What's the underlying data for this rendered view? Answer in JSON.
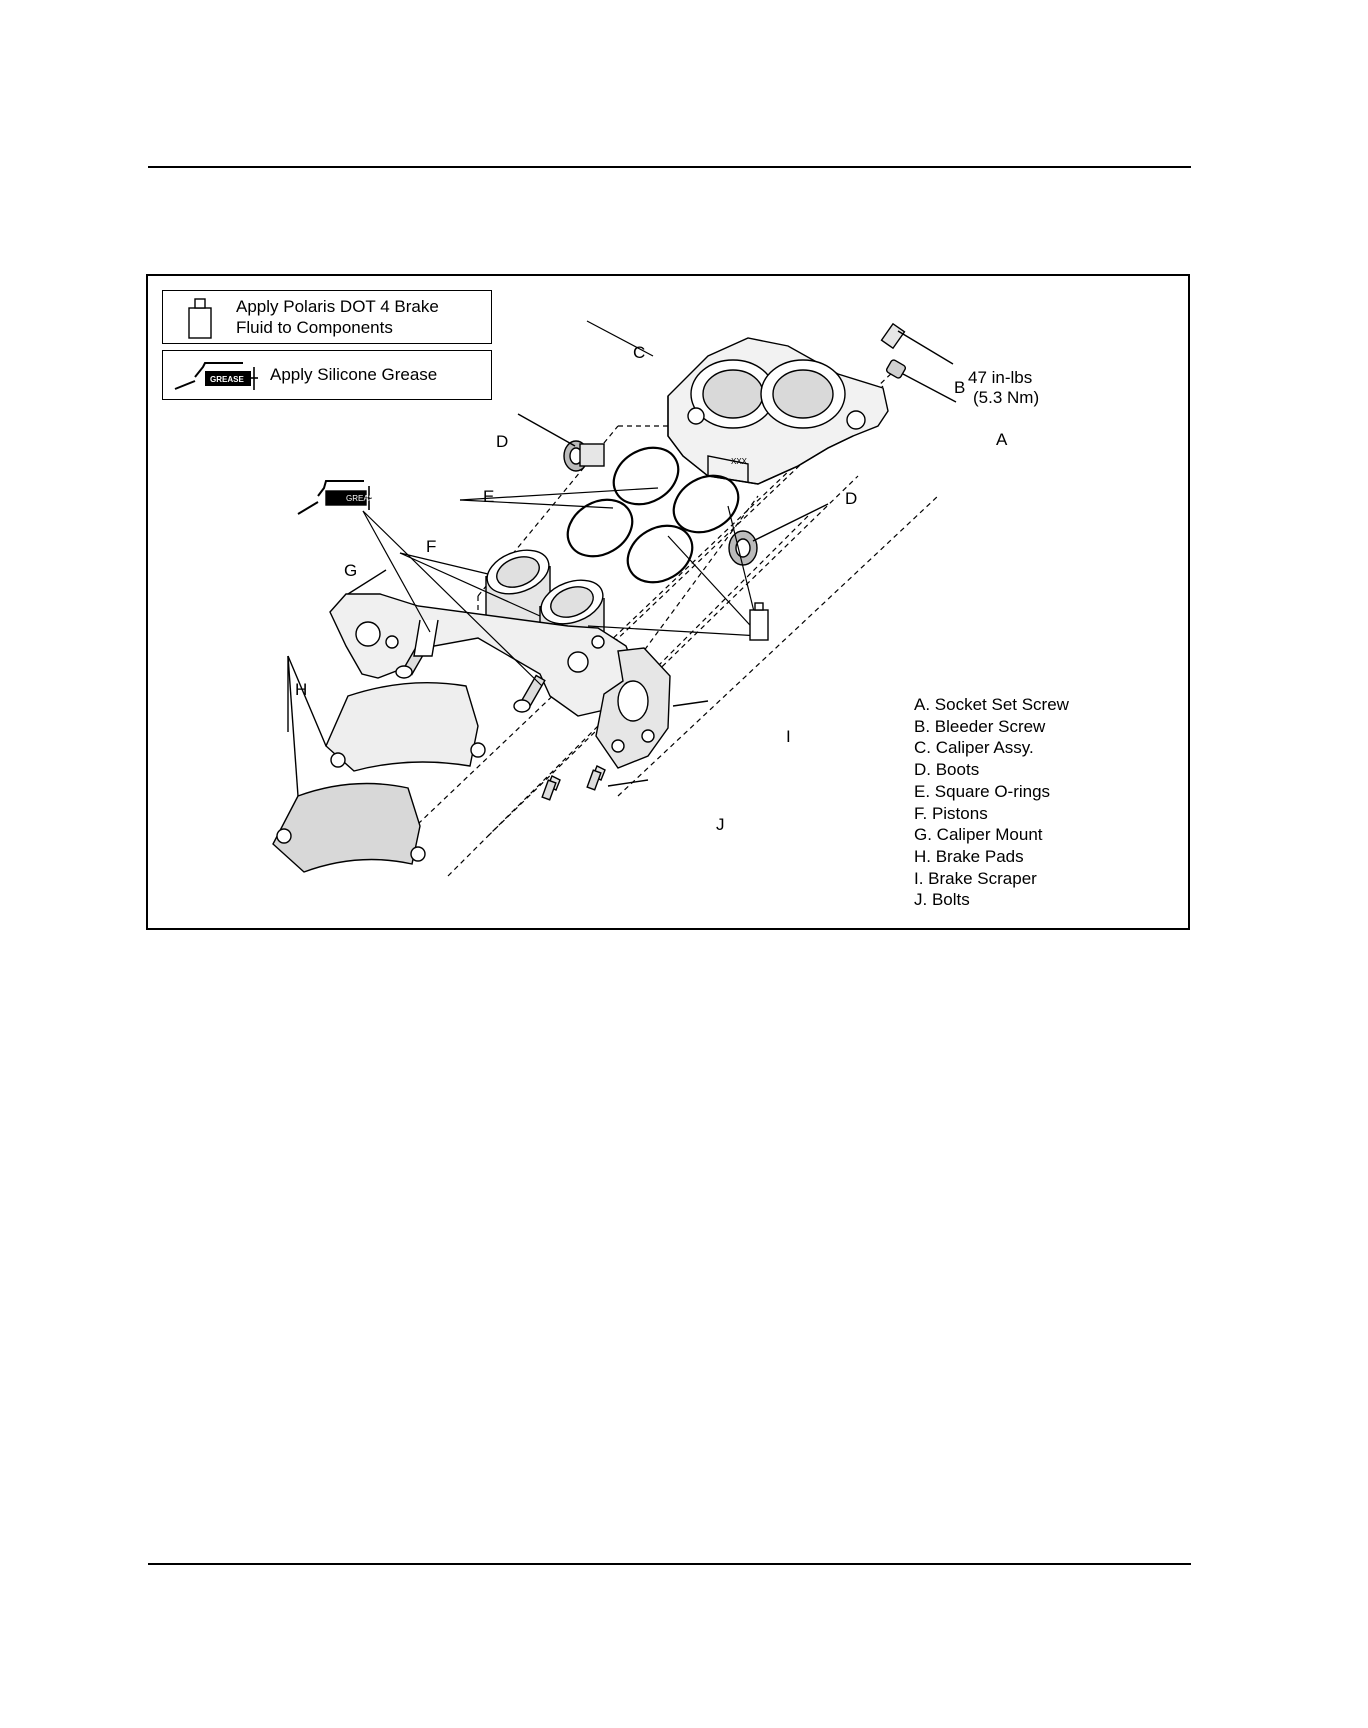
{
  "legend": {
    "fluid_text_1": "Apply Polaris DOT 4 Brake",
    "fluid_text_2": "Fluid to Components",
    "grease_text": "Apply Silicone Grease",
    "grease_label": "GREASE"
  },
  "callouts": {
    "A": "A",
    "B": "B",
    "C": "C",
    "D1": "D",
    "D2": "D",
    "E": "E",
    "F": "F",
    "G": "G",
    "H": "H",
    "I": "I",
    "J": "J"
  },
  "torque": {
    "line1": "47 in-lbs",
    "line2": "(5.3 Nm)"
  },
  "caliper_marking": "XXX",
  "key": [
    "A. Socket Set Screw",
    "B. Bleeder Screw",
    "C. Caliper Assy.",
    "D. Boots",
    "E. Square O-rings",
    "F. Pistons",
    "G. Caliper Mount",
    "H. Brake Pads",
    "I. Brake Scraper",
    "J. Bolts"
  ]
}
